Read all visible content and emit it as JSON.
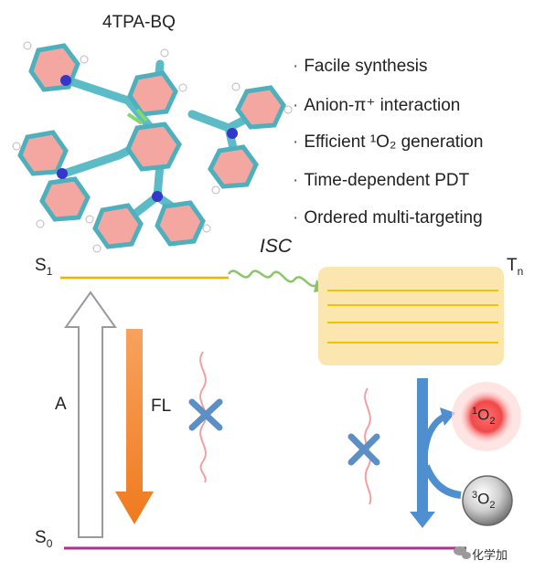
{
  "molecule": {
    "name": "4TPA-BQ"
  },
  "features": [
    "Facile synthesis",
    "Anion-π⁺ interaction",
    "Efficient ¹O₂ generation",
    "Time-dependent PDT",
    "Ordered multi-targeting"
  ],
  "levels": {
    "s1_main": "S",
    "s1_sub": "1",
    "s0_main": "S",
    "s0_sub": "0",
    "tn_main": "T",
    "tn_sub": "n"
  },
  "transitions": {
    "absorption": "A",
    "fluorescence": "FL",
    "isc": "ISC"
  },
  "oxygen": {
    "singlet_sup": "1",
    "singlet_main": "O",
    "singlet_sub": "2",
    "triplet_sup": "3",
    "triplet_main": "O",
    "triplet_sub": "2"
  },
  "watermark": "化学加",
  "colors": {
    "s1_line": "#f0b400",
    "s0_line": "#b0308f",
    "fl_arrow": "#f07a1e",
    "tn_box": "#fbe6b0",
    "isc_wave": "#8bc66b",
    "energy_arrow": "#4f8fcf",
    "quench_x": "#5b8fc6",
    "wavy_red": "#f2a0a0"
  }
}
